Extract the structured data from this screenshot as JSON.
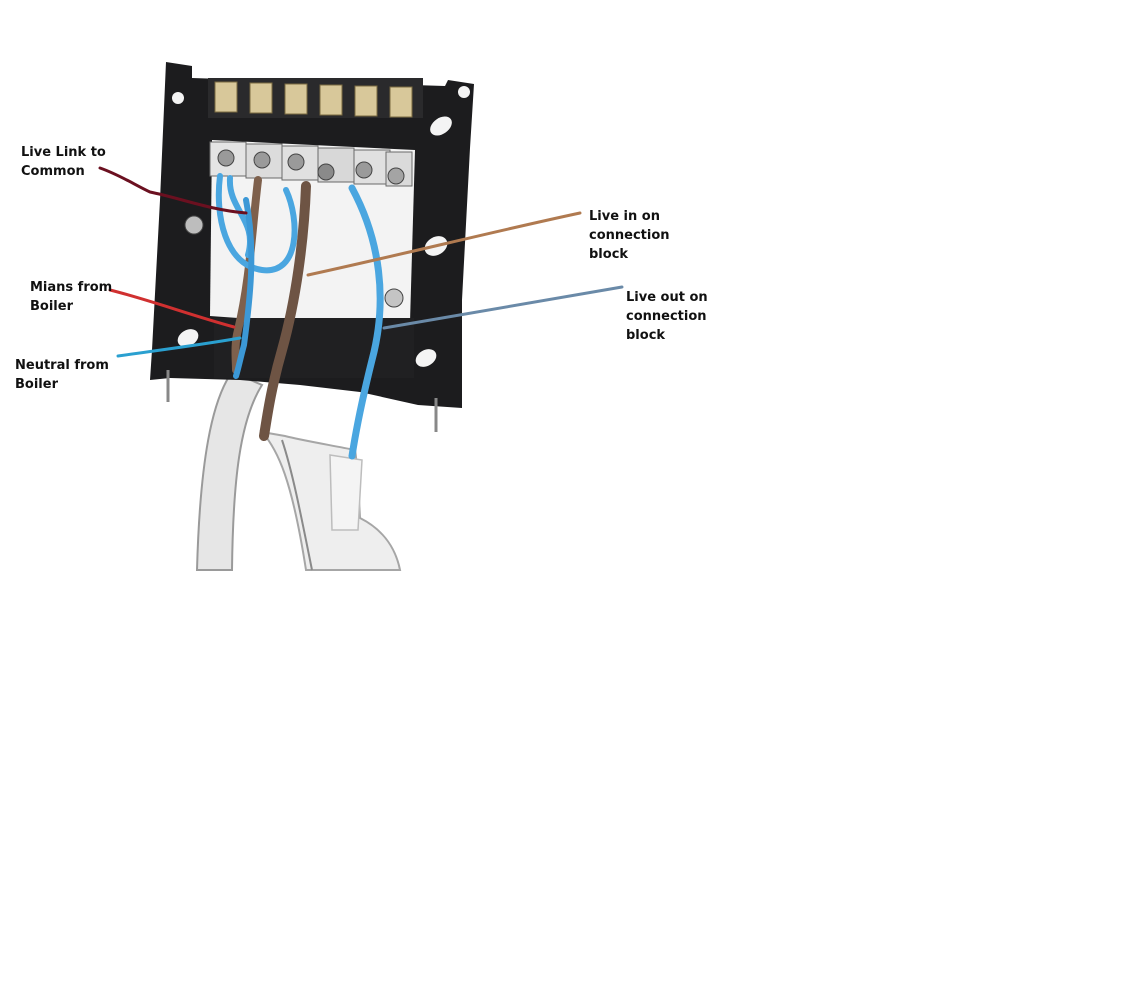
{
  "annotations": {
    "live_link": {
      "text": "Live Link to\nCommon",
      "color": "#6b1020"
    },
    "mains_from_boiler": {
      "text": "Mians from\nBoiler",
      "color": "#d03030"
    },
    "neutral_from_boiler": {
      "text": "Neutral from\nBoiler",
      "color": "#2aa0d0"
    },
    "live_in": {
      "text": "Live in on\nconnection\nblock",
      "color": "#b07a50"
    },
    "live_out": {
      "text": "Live out on\nconnection\nblock",
      "color": "#6a8aa8"
    }
  },
  "photo": {
    "subject": "thermostat-backplate-wiring",
    "colors": {
      "backplate": "#1c1c1e",
      "terminal_metal": "#d8c89a",
      "blue_wire": "#4aa6e0",
      "brown_wire": "#8a6a58",
      "grey_cable": "#d8d8d8",
      "background": "#ffffff"
    }
  }
}
